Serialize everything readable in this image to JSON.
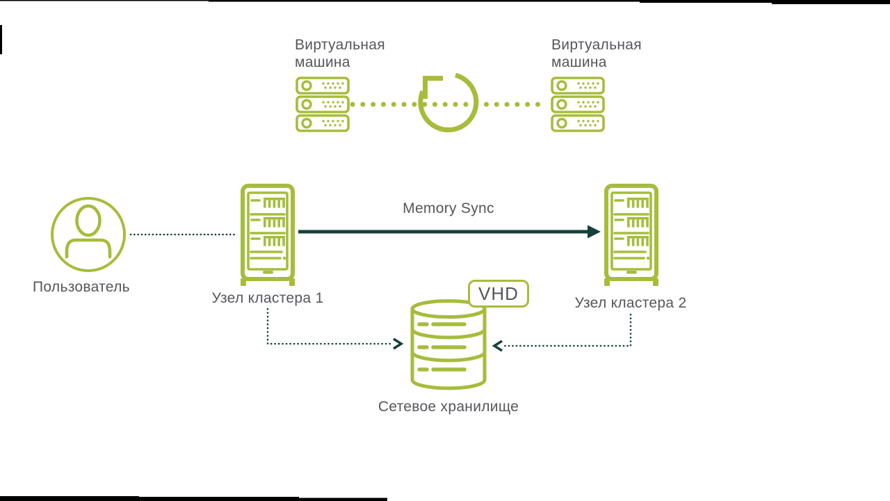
{
  "colors": {
    "accent_green": "#a5bd3b",
    "dark_teal": "#17403c",
    "label_gray": "#55565a"
  },
  "labels": {
    "vm_left": "Виртуальная машина",
    "vm_right": "Виртуальная машина",
    "user": "Пользователь",
    "node1": "Узел кластера 1",
    "node2": "Узел кластера 2",
    "memory_sync": "Memory Sync",
    "vhd": "VHD",
    "storage": "Сетевое хранилище"
  },
  "icons": {
    "vm_left": "server-stack-icon",
    "vm_right": "server-stack-icon",
    "sync": "circular-sync-arrow-icon",
    "user": "user-avatar-icon",
    "node1": "server-rack-icon",
    "node2": "server-rack-icon",
    "storage": "database-cylinder-icon"
  }
}
